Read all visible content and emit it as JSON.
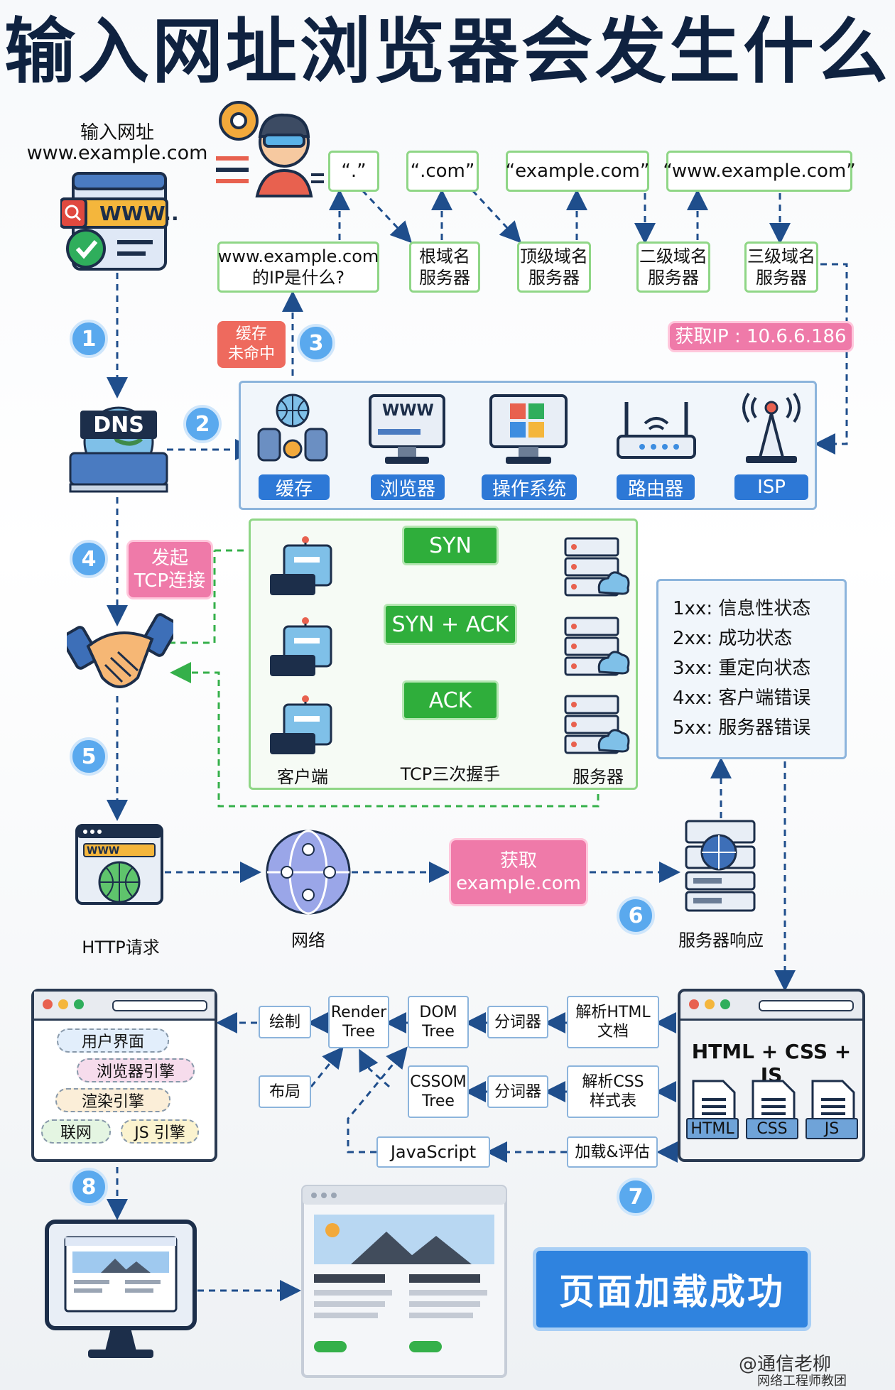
{
  "title": "输入网址浏览器会发生什么",
  "input": {
    "label": "输入网址",
    "url": "www.example.com",
    "bar_text": "WWW.."
  },
  "dns_query": {
    "question": "www.example.com\n的IP是什么?",
    "domains": [
      "“.”",
      "“.com”",
      "“example.com”",
      "“www.example.com”"
    ],
    "servers": [
      "根域名\n服务器",
      "顶级域名\n服务器",
      "二级域名\n服务器",
      "三级域名\n服务器"
    ],
    "ip_result": "获取IP : 10.6.6.186"
  },
  "cache_miss": "缓存\n未命中",
  "steps": [
    "1",
    "2",
    "3",
    "4",
    "5",
    "6",
    "7",
    "8"
  ],
  "dns_label": "DNS",
  "cache_chain": [
    "缓存",
    "浏览器",
    "操作系统",
    "路由器",
    "ISP"
  ],
  "browser_icon_text": "WWW",
  "tcp": {
    "initiate": "发起\nTCP连接",
    "packets": [
      "SYN",
      "SYN + ACK",
      "ACK"
    ],
    "client": "客户端",
    "caption": "TCP三次握手",
    "server": "服务器"
  },
  "status_codes": [
    "1xx: 信息性状态",
    "2xx: 成功状态",
    "3xx: 重定向状态",
    "4xx: 客户端错误",
    "5xx: 服务器错误"
  ],
  "http": {
    "request": "HTTP请求",
    "request_bar": "WWW",
    "network": "网络",
    "fetch": "获取\nexample.com",
    "response": "服务器响应"
  },
  "render": {
    "browser_parts": [
      "用户界面",
      "浏览器引擎",
      "渲染引擎",
      "联网",
      "JS 引擎"
    ],
    "paint": "绘制",
    "layout": "布局",
    "render_tree": "Render\nTree",
    "dom_tree": "DOM\nTree",
    "cssom_tree": "CSSOM\nTree",
    "tokenizer_1": "分词器",
    "tokenizer_2": "分词器",
    "parse_html": "解析HTML\n文档",
    "parse_css": "解析CSS\n样式表",
    "javascript": "JavaScript",
    "load_eval": "加载&评估",
    "code_title": "HTML + CSS + JS",
    "files": [
      "HTML",
      "CSS",
      "JS"
    ]
  },
  "success": "页面加载成功",
  "watermark": "@通信老柳",
  "watermark_sub": "网络工程师教团",
  "colors": {
    "green": "#2fae3b",
    "blue": "#2d78d6",
    "pink": "#ef7aa9",
    "red": "#ee6a5e",
    "navy": "#0f2240",
    "arrow": "#1f4e8c"
  }
}
